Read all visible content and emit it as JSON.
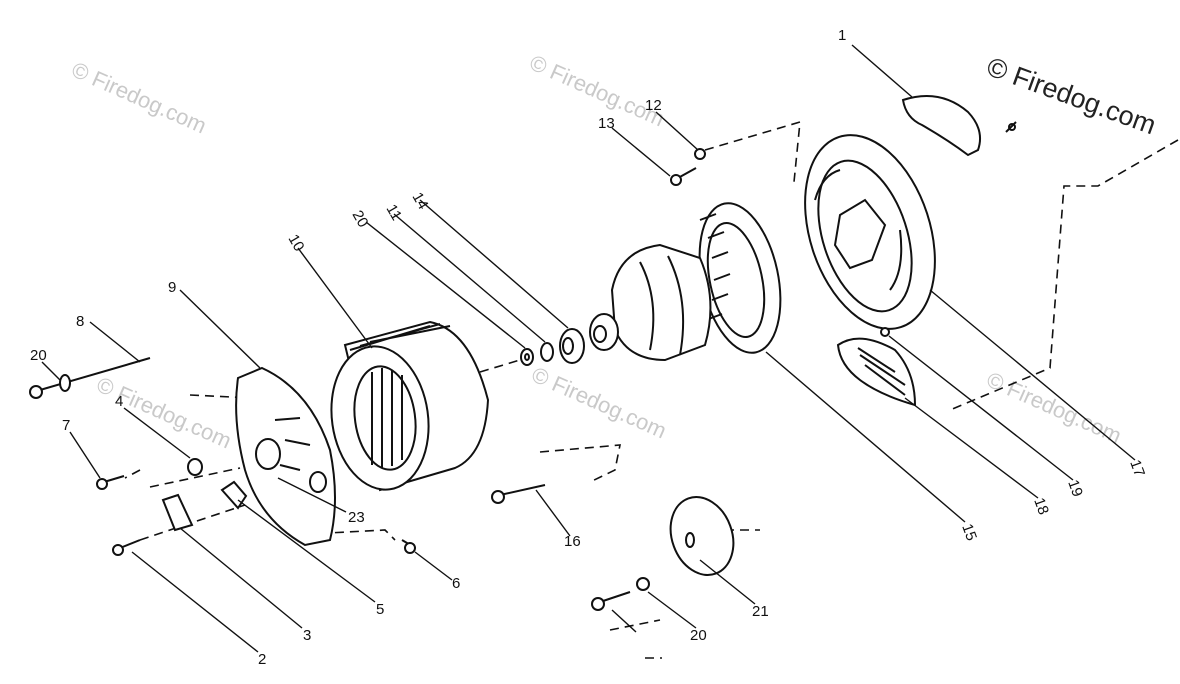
{
  "watermark": {
    "text": "© Firedog.com",
    "corner_text": "© Firedog.com"
  },
  "labels": {
    "p1": "1",
    "p2": "2",
    "p3": "3",
    "p4": "4",
    "p5": "5",
    "p6": "6",
    "p7": "7",
    "p8": "8",
    "p9": "9",
    "p10": "10",
    "p11": "11",
    "p12": "12",
    "p13": "13",
    "p14": "14",
    "p15": "15",
    "p16": "16",
    "p17": "17",
    "p18": "18",
    "p19": "19",
    "p20a": "20",
    "p20b": "20",
    "p20c": "20",
    "p21": "21",
    "p23": "23"
  }
}
